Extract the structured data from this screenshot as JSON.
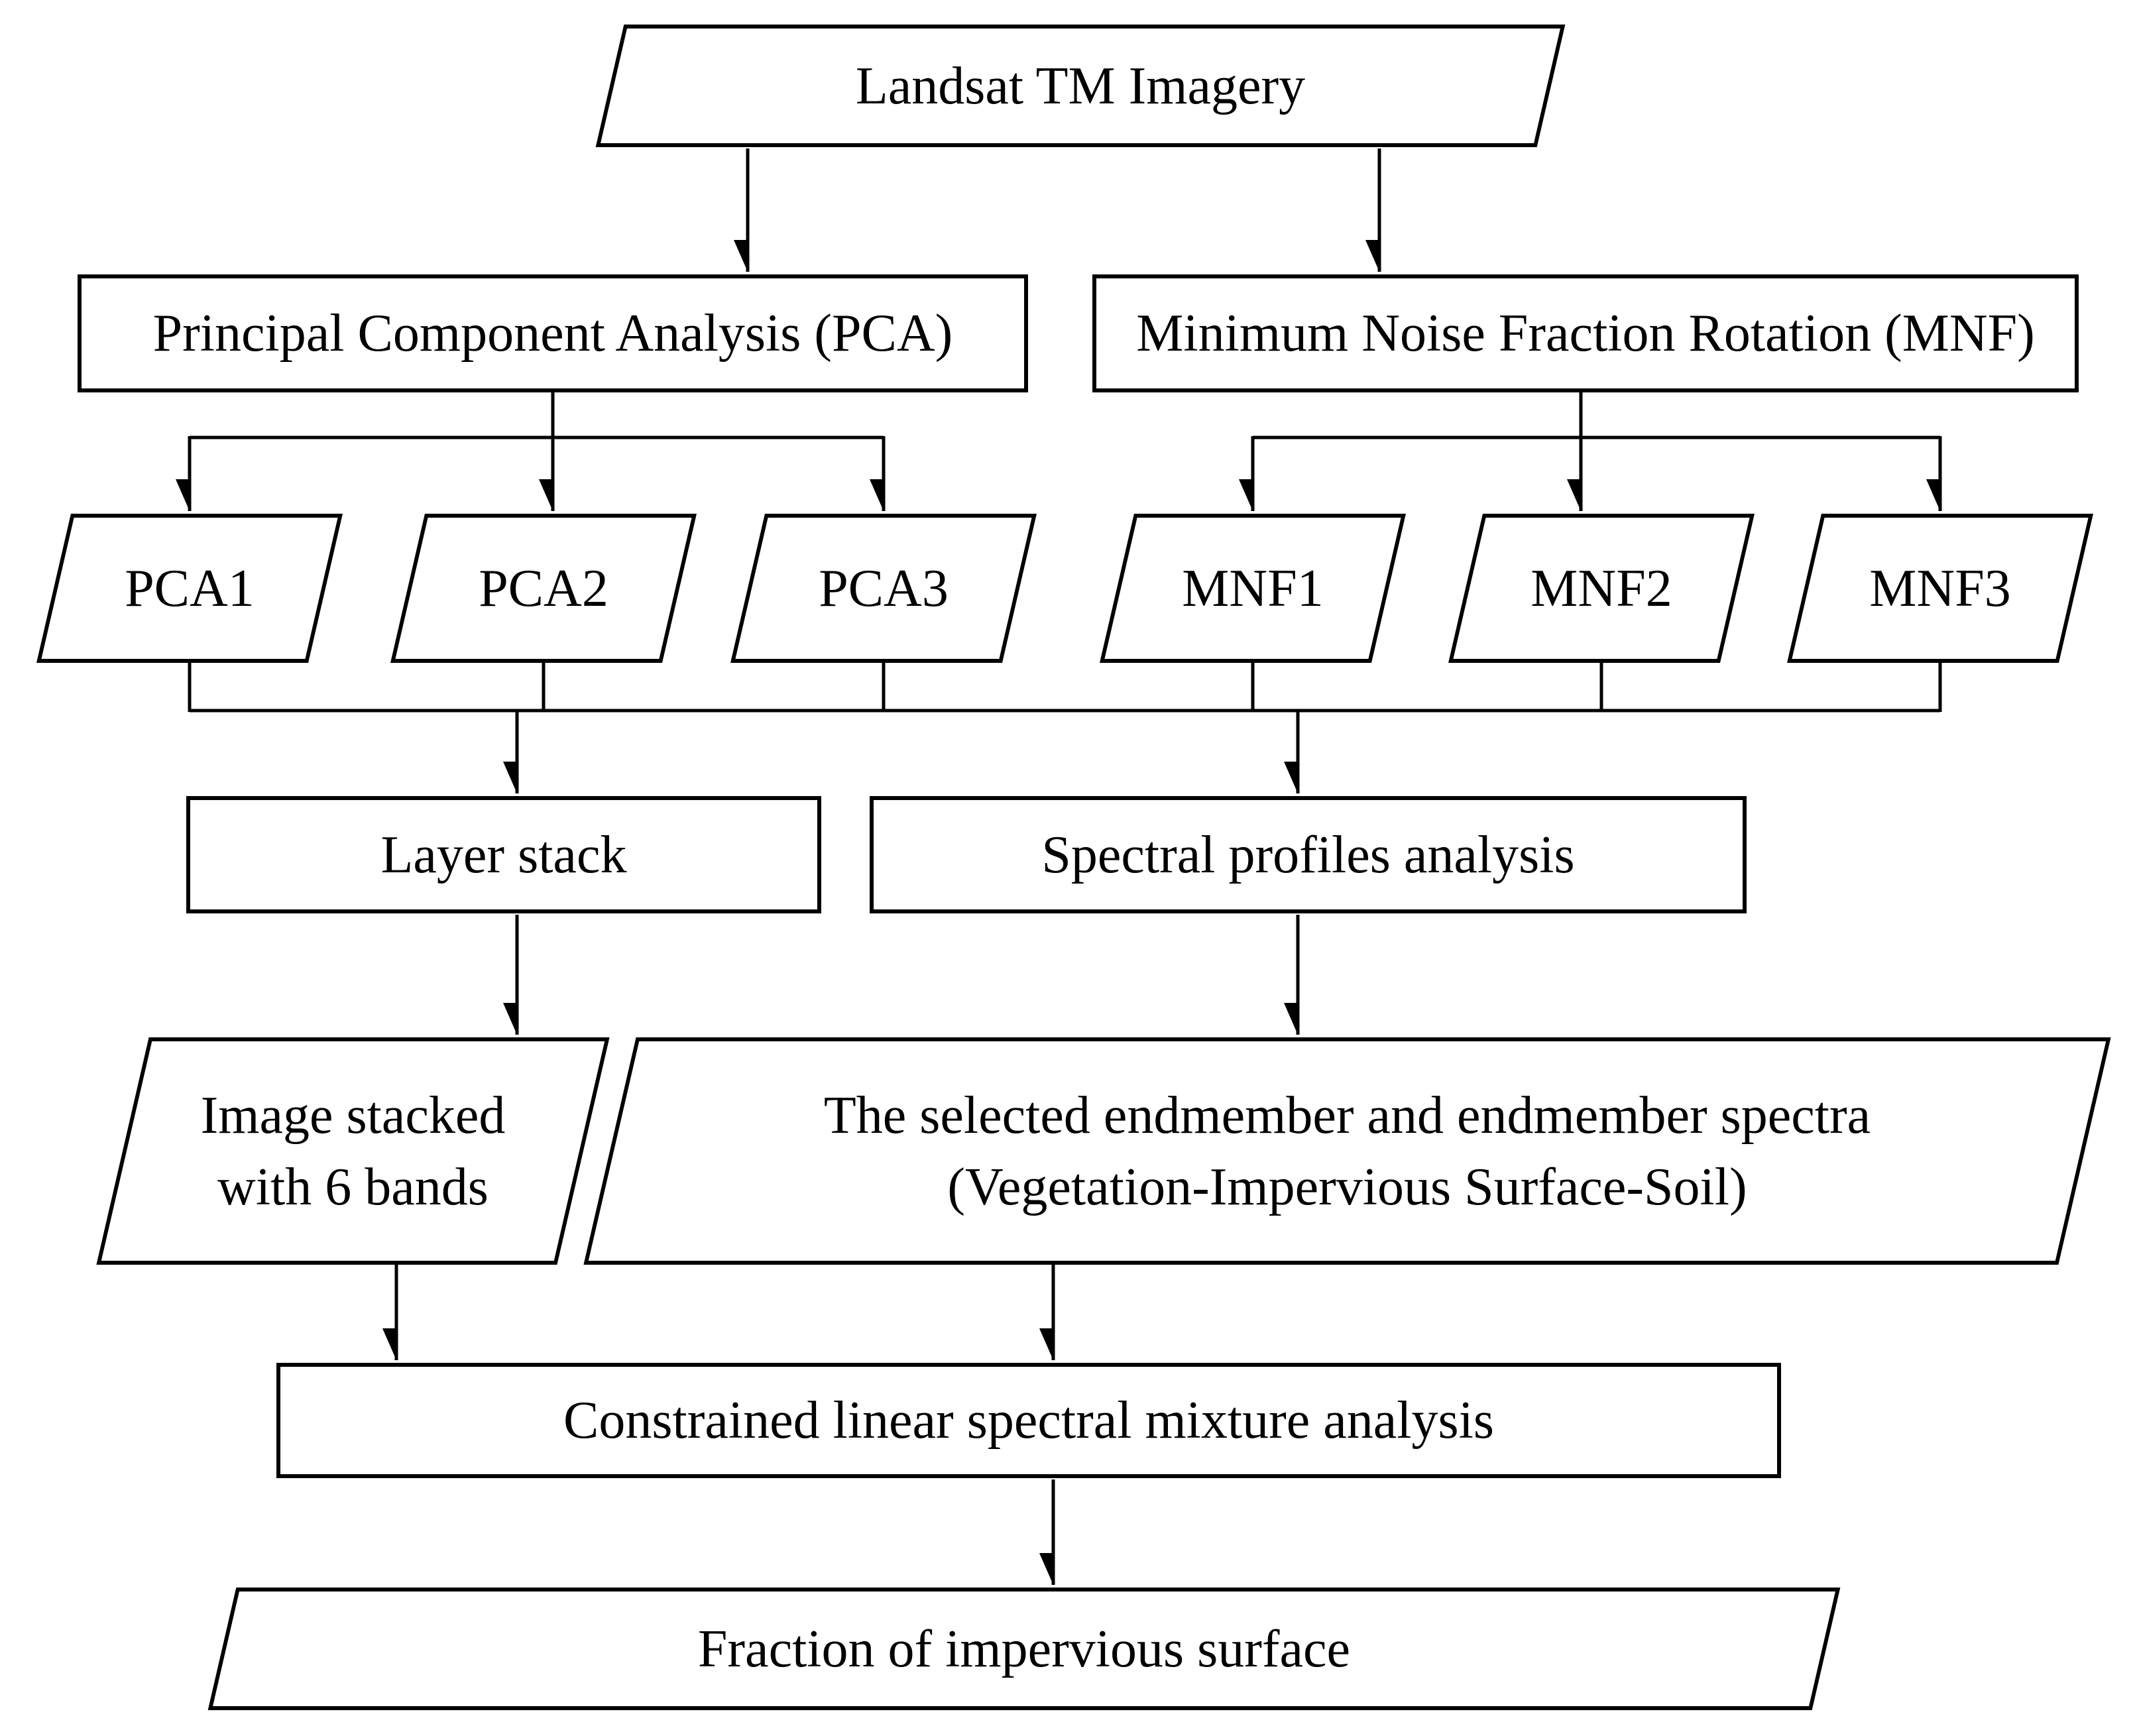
{
  "colors": {
    "ink": "#000000",
    "paper": "#ffffff"
  },
  "nodes": {
    "landsat": {
      "shape": "parallelogram",
      "label": "Landsat TM Imagery"
    },
    "pca": {
      "shape": "rectangle",
      "label": "Principal Component Analysis (PCA)"
    },
    "mnf": {
      "shape": "rectangle",
      "label": "Minimum Noise Fraction Rotation (MNF)"
    },
    "pca1": {
      "shape": "parallelogram",
      "label": "PCA1"
    },
    "pca2": {
      "shape": "parallelogram",
      "label": "PCA2"
    },
    "pca3": {
      "shape": "parallelogram",
      "label": "PCA3"
    },
    "mnf1": {
      "shape": "parallelogram",
      "label": "MNF1"
    },
    "mnf2": {
      "shape": "parallelogram",
      "label": "MNF2"
    },
    "mnf3": {
      "shape": "parallelogram",
      "label": "MNF3"
    },
    "layer_stack": {
      "shape": "rectangle",
      "label": "Layer stack"
    },
    "spectral": {
      "shape": "rectangle",
      "label": "Spectral profiles analysis"
    },
    "stacked": {
      "shape": "parallelogram",
      "lines": [
        "Image stacked",
        "with 6 bands"
      ]
    },
    "endmember": {
      "shape": "parallelogram",
      "lines": [
        "The selected endmember and endmember spectra",
        "(Vegetation-Impervious Surface-Soil)"
      ]
    },
    "clsma": {
      "shape": "rectangle",
      "label": "Constrained linear spectral mixture analysis"
    },
    "fraction": {
      "shape": "parallelogram",
      "label": "Fraction of impervious surface"
    }
  },
  "edges": [
    {
      "from": "landsat",
      "to": "pca"
    },
    {
      "from": "landsat",
      "to": "mnf"
    },
    {
      "from": "pca",
      "to": "pca1"
    },
    {
      "from": "pca",
      "to": "pca2"
    },
    {
      "from": "pca",
      "to": "pca3"
    },
    {
      "from": "mnf",
      "to": "mnf1"
    },
    {
      "from": "mnf",
      "to": "mnf2"
    },
    {
      "from": "mnf",
      "to": "mnf3"
    },
    {
      "from": "pca1 pca2 pca3 mnf1 mnf2 mnf3",
      "to": "layer_stack"
    },
    {
      "from": "pca1 pca2 pca3 mnf1 mnf2 mnf3",
      "to": "spectral"
    },
    {
      "from": "layer_stack",
      "to": "stacked"
    },
    {
      "from": "spectral",
      "to": "endmember"
    },
    {
      "from": "stacked",
      "to": "clsma"
    },
    {
      "from": "endmember",
      "to": "clsma"
    },
    {
      "from": "clsma",
      "to": "fraction"
    }
  ]
}
